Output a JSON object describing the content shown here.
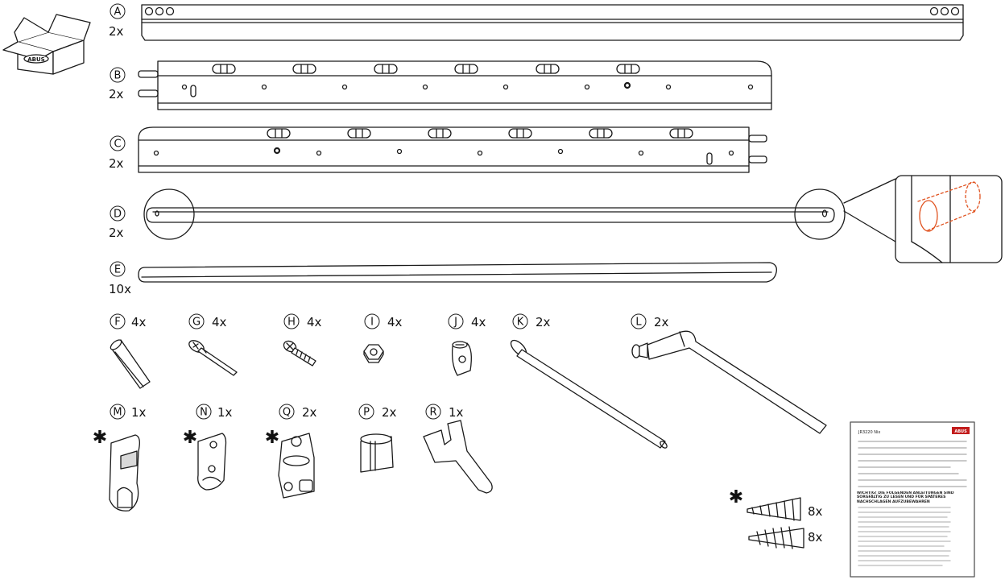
{
  "parts": [
    {
      "letter": "A",
      "qty": "2x"
    },
    {
      "letter": "B",
      "qty": "2x"
    },
    {
      "letter": "C",
      "qty": "2x"
    },
    {
      "letter": "D",
      "qty": "2x"
    },
    {
      "letter": "E",
      "qty": "10x"
    },
    {
      "letter": "F",
      "qty": "4x"
    },
    {
      "letter": "G",
      "qty": "4x"
    },
    {
      "letter": "H",
      "qty": "4x"
    },
    {
      "letter": "I",
      "qty": "4x"
    },
    {
      "letter": "J",
      "qty": "4x"
    },
    {
      "letter": "K",
      "qty": "2x"
    },
    {
      "letter": "L",
      "qty": "2x"
    },
    {
      "letter": "M",
      "qty": "1x"
    },
    {
      "letter": "N",
      "qty": "1x"
    },
    {
      "letter": "Q",
      "qty": "2x"
    },
    {
      "letter": "P",
      "qty": "2x"
    },
    {
      "letter": "R",
      "qty": "1x"
    }
  ],
  "box_logo": "ABUS",
  "screws": {
    "qty": "8x"
  },
  "dowels": {
    "qty": "8x"
  },
  "asterisk": "✱",
  "manual": {
    "model": "JR3220 Nix",
    "brand": "ABUS",
    "heading": "WICHTIG! DIE FOLGENDEN ANLEITUNGEN SIND SORGFÄLTIG ZU LESEN UND FÜR SPÄTERES NACHSCHLAGEN AUFZUBEWAHREN"
  },
  "colors": {
    "accent": "#e0521f",
    "line": "#1a1a1a",
    "fill": "#ffffff",
    "shade": "#d9d9d9"
  }
}
